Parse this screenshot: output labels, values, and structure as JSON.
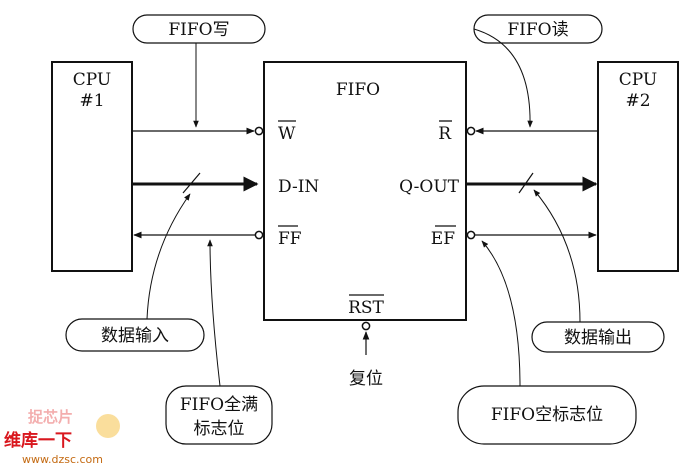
{
  "cpu1": {
    "line1": "CPU",
    "line2": "#1"
  },
  "cpu2": {
    "line1": "CPU",
    "line2": "#2"
  },
  "fifo": {
    "title": "FIFO",
    "pin_w": "W",
    "pin_din": "D-IN",
    "pin_ff": "FF",
    "pin_r": "R",
    "pin_qout": "Q-OUT",
    "pin_ef": "EF",
    "pin_rst": "RST"
  },
  "callouts": {
    "fifo_write": "FIFO写",
    "fifo_read": "FIFO读",
    "data_in": "数据输入",
    "data_out": "数据输出",
    "full_flag_line1": "FIFO全满",
    "full_flag_line2": "标志位",
    "empty_flag": "FIFO空标志位",
    "reset": "复位"
  },
  "watermark": {
    "logo_top": "捉芯片",
    "logo_main": "维库一下",
    "url": "www.dzsc.com"
  },
  "colors": {
    "ink": "#111111",
    "watermark_red": "#d9171e",
    "watermark_orange": "#c46a12"
  }
}
